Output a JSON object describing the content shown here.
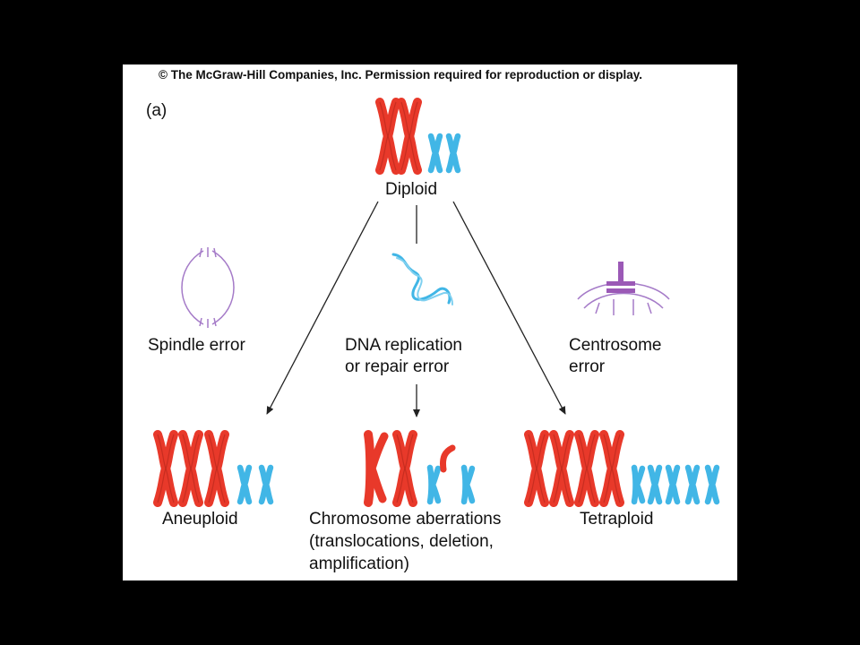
{
  "copyright": "© The McGraw-Hill Companies, Inc.  Permission required for reproduction or display.",
  "panel_label": "(a)",
  "nodes": {
    "diploid": "Diploid",
    "spindle_error": "Spindle error",
    "dna_error_line1": "DNA replication",
    "dna_error_line2": "or repair error",
    "centrosome_error_line1": "Centrosome",
    "centrosome_error_line2": "error",
    "aneuploid": "Aneuploid",
    "aberrations_line1": "Chromosome aberrations",
    "aberrations_line2": "(translocations, deletion,",
    "aberrations_line3": "amplification)",
    "tetraploid": "Tetraploid"
  },
  "colors": {
    "chromosome_red": "#e8392a",
    "chromosome_blue": "#41b6e6",
    "spindle_purple": "#a57bc8",
    "arrow": "#222222"
  }
}
